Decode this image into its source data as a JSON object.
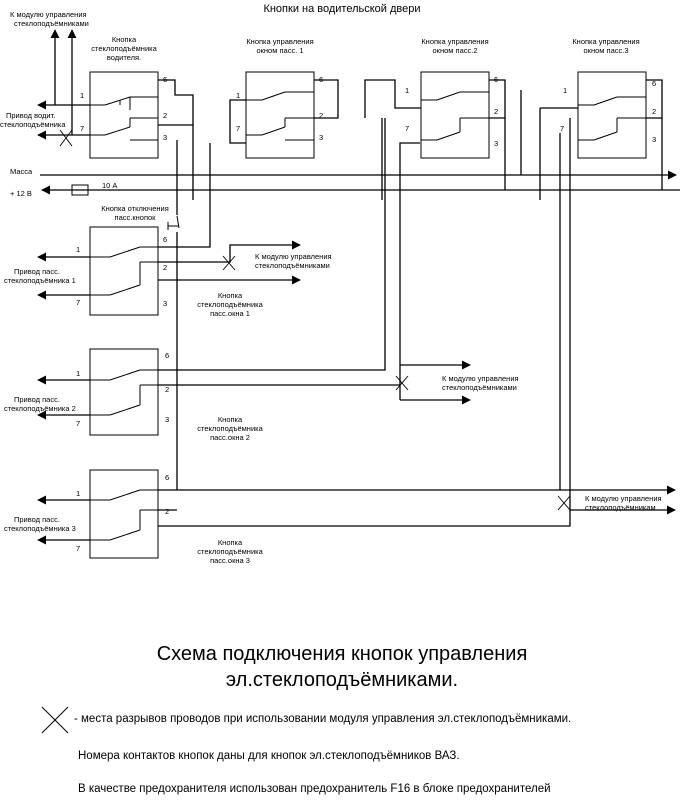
{
  "header": "Кнопки на водительской двери",
  "labels": {
    "to_module_top": [
      "К модулю управления",
      "стеклоподъёмниками"
    ],
    "btn_driver": [
      "Кнопка",
      "стеклоподъёмника",
      "водителя."
    ],
    "btn_p1_top": [
      "Кнопка управления",
      "окном пасс. 1"
    ],
    "btn_p2_top": [
      "Кнопка управления",
      "окном пасс.2"
    ],
    "btn_p3_top": [
      "Кнопка управления",
      "окном пасс.3"
    ],
    "drive_driver": [
      "Привод водит.",
      "стеклоподъёмника"
    ],
    "mass": "Масса",
    "plus12": "+ 12 В",
    "fuse": "10 А",
    "disable_btn": [
      "Кнопка отключения",
      "пасс.кнопок"
    ],
    "to_module_1": [
      "К модулю управления",
      "стеклоподъёмниками"
    ],
    "drive_p1": [
      "Привод пасс.",
      "стеклоподъёмника 1"
    ],
    "btn_p1": [
      "Кнопка",
      "стеклоподъёмника",
      "пасс.окна 1"
    ],
    "to_module_2": [
      "К модулю управления",
      "стеклоподъёмниками"
    ],
    "drive_p2": [
      "Привод пасс.",
      "стеклоподъёмника 2"
    ],
    "btn_p2": [
      "Кнопка",
      "стеклоподъёмника",
      "пасс.окна 2"
    ],
    "to_module_3": [
      "К модулю управления",
      "стеклоподъёмникам"
    ],
    "drive_p3": [
      "Привод пасс.",
      "стеклоподъёмника 3"
    ],
    "btn_p3": [
      "Кнопка",
      "стеклоподъёмника",
      "пасс.окна 3"
    ]
  },
  "pins": {
    "p1": "1",
    "p2": "2",
    "p3": "3",
    "p6": "6",
    "p7": "7"
  },
  "caption": {
    "line1": "Схема подключения кнопок управления",
    "line2": "эл.стеклоподъёмниками."
  },
  "notes": {
    "legend": "- места разрывов проводов при использовании модуля управления эл.стеклоподъёмниками.",
    "pins_note": "Номера контактов кнопок даны для кнопок эл.стеклоподъёмников ВАЗ.",
    "fuse_note": "В качестве предохранителя использован предохранитель F16 в блоке предохранителей"
  }
}
